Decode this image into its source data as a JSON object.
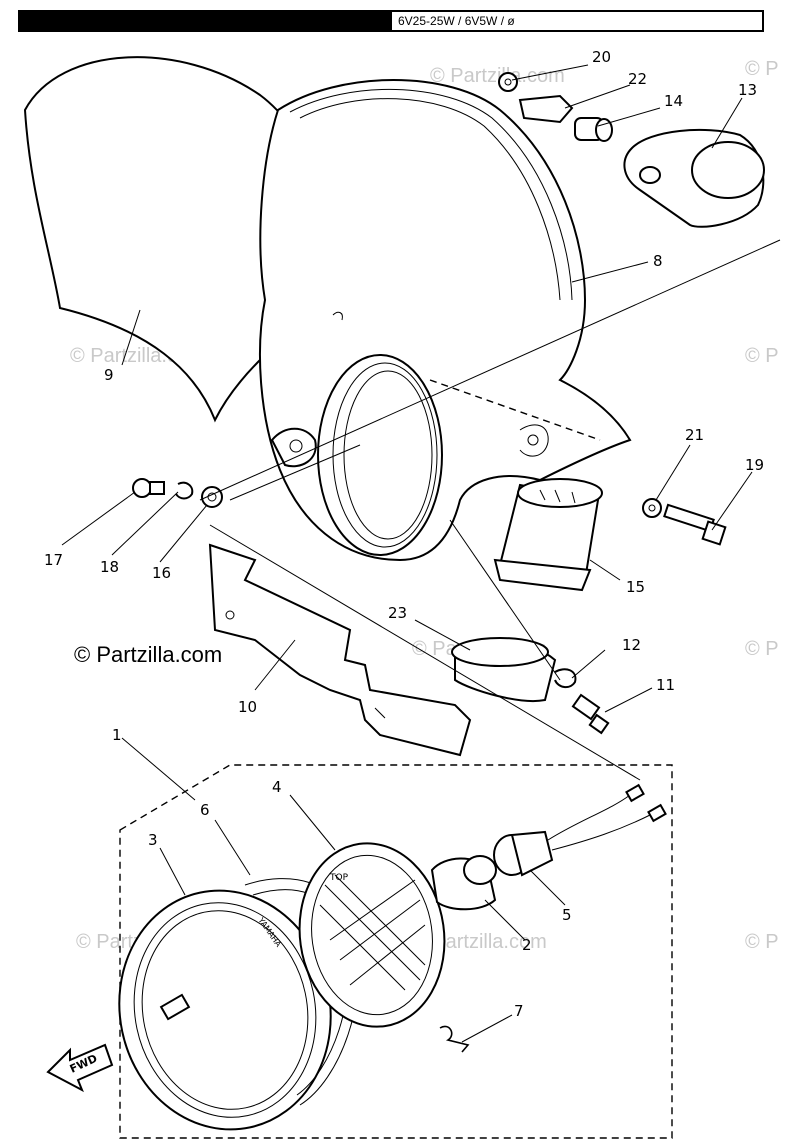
{
  "header": {
    "title": "",
    "spec": "6V25-25W / 6V5W / ø"
  },
  "watermark": {
    "main": "© Partzilla.com",
    "repeat": "© Partzilla.com",
    "edge": "© P"
  },
  "fwd_label": "FWD",
  "lens_text": {
    "top": "TOP",
    "brand": "YAMAHA"
  },
  "callouts": {
    "c1": "1",
    "c2": "2",
    "c3": "3",
    "c4": "4",
    "c5": "5",
    "c6": "6",
    "c7": "7",
    "c8": "8",
    "c9": "9",
    "c10": "10",
    "c11": "11",
    "c12": "12",
    "c13": "13",
    "c14": "14",
    "c15": "15",
    "c16": "16",
    "c17": "17",
    "c18": "18",
    "c19": "19",
    "c20": "20",
    "c21": "21",
    "c22": "22",
    "c23": "23"
  }
}
